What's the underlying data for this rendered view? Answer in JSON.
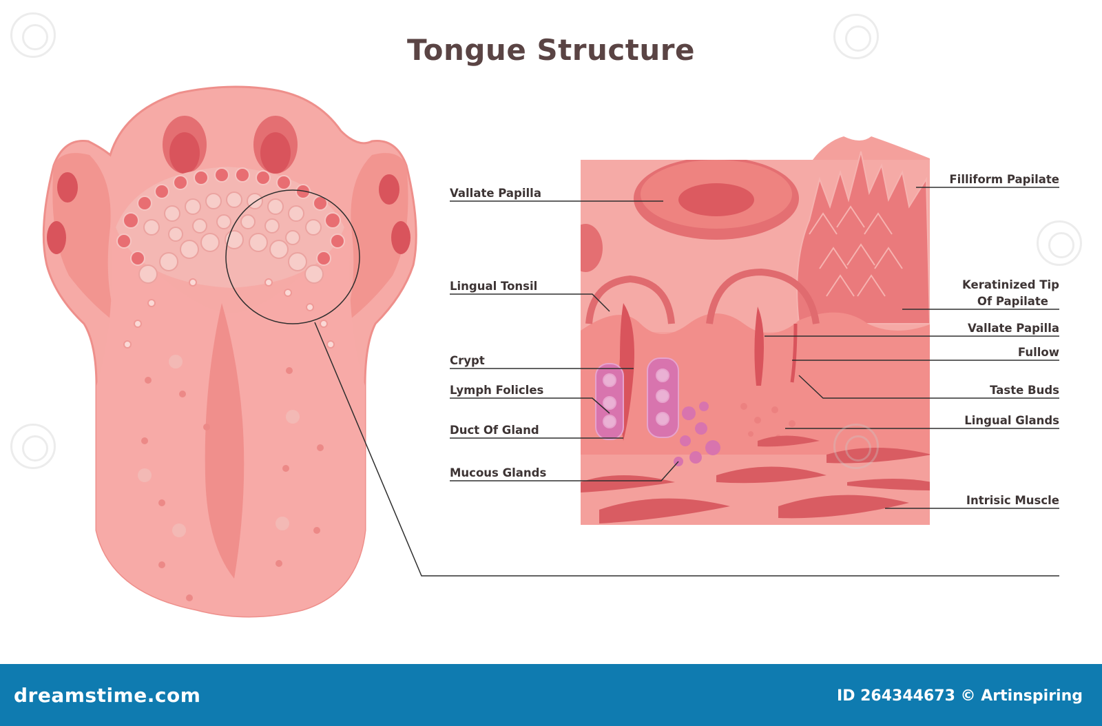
{
  "title": "Tongue Structure",
  "labels_left": [
    {
      "id": "vallate-papilla-left",
      "text": "Vallate Papilla"
    },
    {
      "id": "lingual-tonsil",
      "text": "Lingual Tonsil"
    },
    {
      "id": "crypt",
      "text": "Crypt"
    },
    {
      "id": "lymph-folicles",
      "text": "Lymph Folicles"
    },
    {
      "id": "duct-of-gland",
      "text": "Duct Of Gland"
    },
    {
      "id": "mucous-glands",
      "text": "Mucous Glands"
    }
  ],
  "labels_right": [
    {
      "id": "filliform-papilate",
      "text": "Filliform Papilate"
    },
    {
      "id": "keratinized-tip-1",
      "text": "Keratinized Tip"
    },
    {
      "id": "keratinized-tip-2",
      "text": "Of Papilate"
    },
    {
      "id": "vallate-papilla-right",
      "text": "Vallate Papilla"
    },
    {
      "id": "fullow",
      "text": "Fullow"
    },
    {
      "id": "taste-buds",
      "text": "Taste Buds"
    },
    {
      "id": "lingual-glands",
      "text": "Lingual Glands"
    },
    {
      "id": "intrisic-muscle",
      "text": "Intrisic Muscle"
    }
  ],
  "footer": {
    "brand": "dreamstime.com",
    "credit": "ID 264344673 © Artinspiring"
  },
  "colors": {
    "tongue": "#f4a3a0",
    "tongue_dark": "#e57b7b",
    "tissue": "#f08c8a",
    "muscle": "#d95c62",
    "gland": "#d874ae",
    "footer": "#0f7bb0",
    "text": "#3d3434"
  }
}
